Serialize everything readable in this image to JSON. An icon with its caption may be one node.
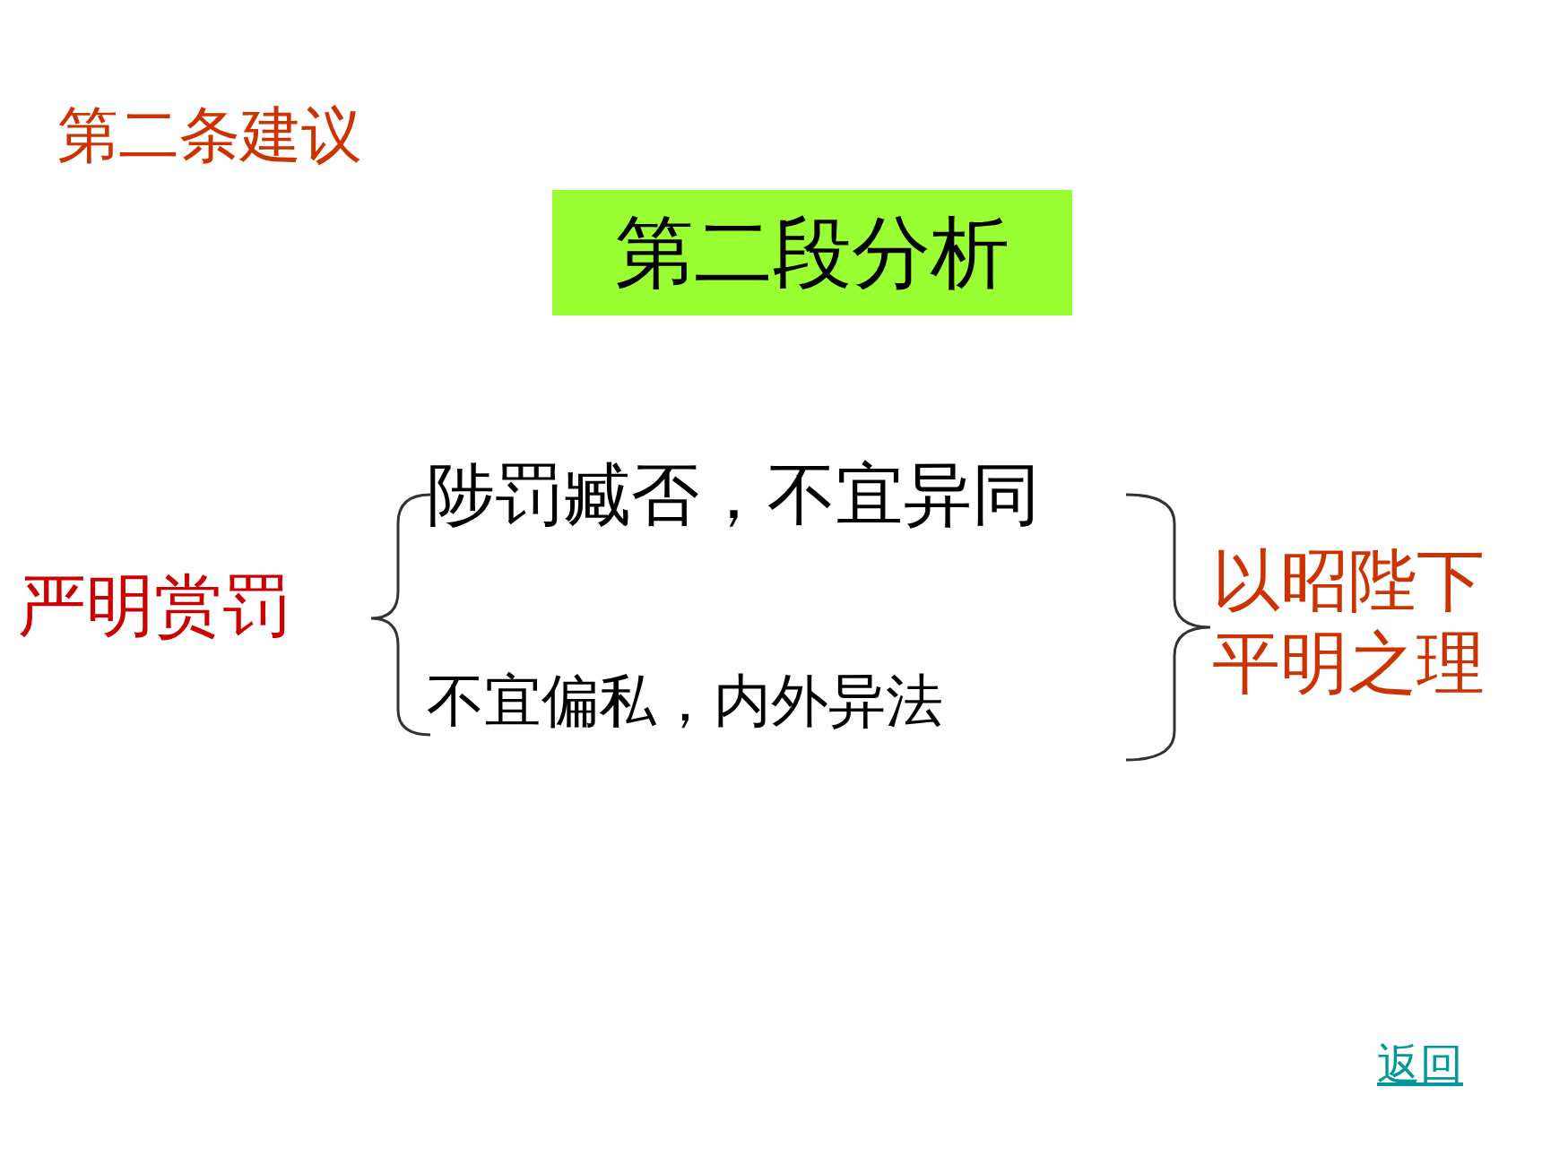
{
  "diagram": {
    "title": "第二条建议",
    "nodes": [
      {
        "text": [
          "第二段分析"
        ]
      }
    ],
    "labels": [
      "严明赏罚",
      "陟罚臧否，不宜异同",
      "不宜偏私，内外异法",
      "以昭陛下平明之理",
      "返回"
    ]
  }
}
